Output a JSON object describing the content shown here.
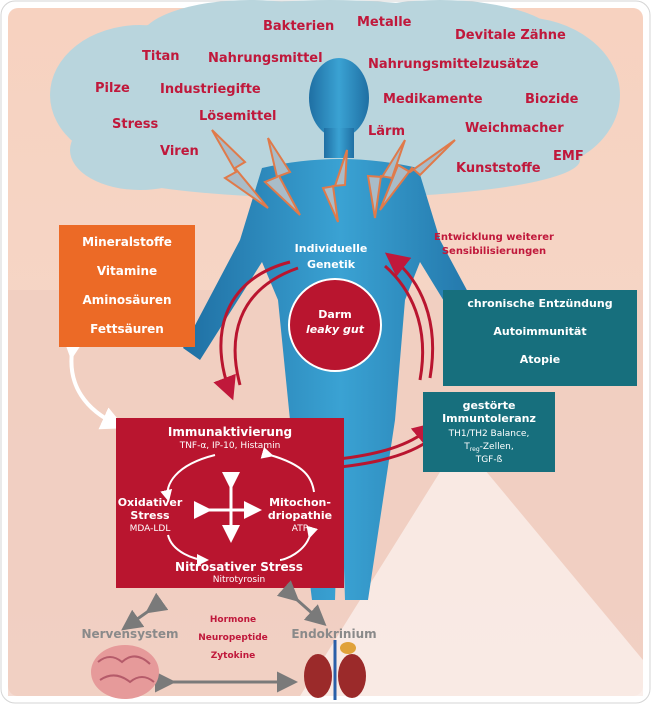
{
  "cloud_words": [
    "Bakterien",
    "Metalle",
    "Devitale Zähne",
    "Titan",
    "Nahrungsmittel",
    "Nahrungsmittelzusätze",
    "Pilze",
    "Industriegifte",
    "Medikamente",
    "Biozide",
    "Stress",
    "Lösemittel",
    "Lärm",
    "Weichmacher",
    "Viren",
    "Kunststoffe",
    "EMF"
  ],
  "center": {
    "genetik_line1": "Individuelle",
    "genetik_line2": "Genetik",
    "darm": "Darm",
    "leaky_gut": "leaky gut"
  },
  "nutrients": [
    "Mineralstoffe",
    "Vitamine",
    "Aminosäuren",
    "Fettsäuren"
  ],
  "sensitization": {
    "line1": "Entwicklung weiterer",
    "line2": "Sensibilisierungen"
  },
  "conditions": [
    "chronische Entzündung",
    "Autoimmunität",
    "Atopie"
  ],
  "tolerance": {
    "title1": "gestörte",
    "title2": "Immuntoleranz",
    "line1": "TH1/TH2 Balance,",
    "line2_pre": "T",
    "line2_sub": "reg",
    "line2_post": "-Zellen,",
    "line3": "TGF-ß"
  },
  "immune": {
    "title": "Immunaktivierung",
    "sub": "TNF-α, IP-10, Histamin",
    "ox1": "Oxidativer",
    "ox2": "Stress",
    "ox_sub": "MDA-LDL",
    "mito1": "Mitochon-",
    "mito2": "driopathie",
    "mito_sub": "ATP",
    "nitro": "Nitrosativer Stress",
    "nitro_sub": "Nitrotyrosin"
  },
  "bottom": {
    "nerv": "Nervensystem",
    "endo": "Endokrinium",
    "mediators": [
      "Hormone",
      "Neuropeptide",
      "Zytokine"
    ]
  },
  "colors": {
    "crimson": "#b9152f",
    "teal": "#176f7d",
    "orange": "#ec6a26",
    "cloud": "#b9d5dd",
    "body": "#2a8cc0"
  }
}
